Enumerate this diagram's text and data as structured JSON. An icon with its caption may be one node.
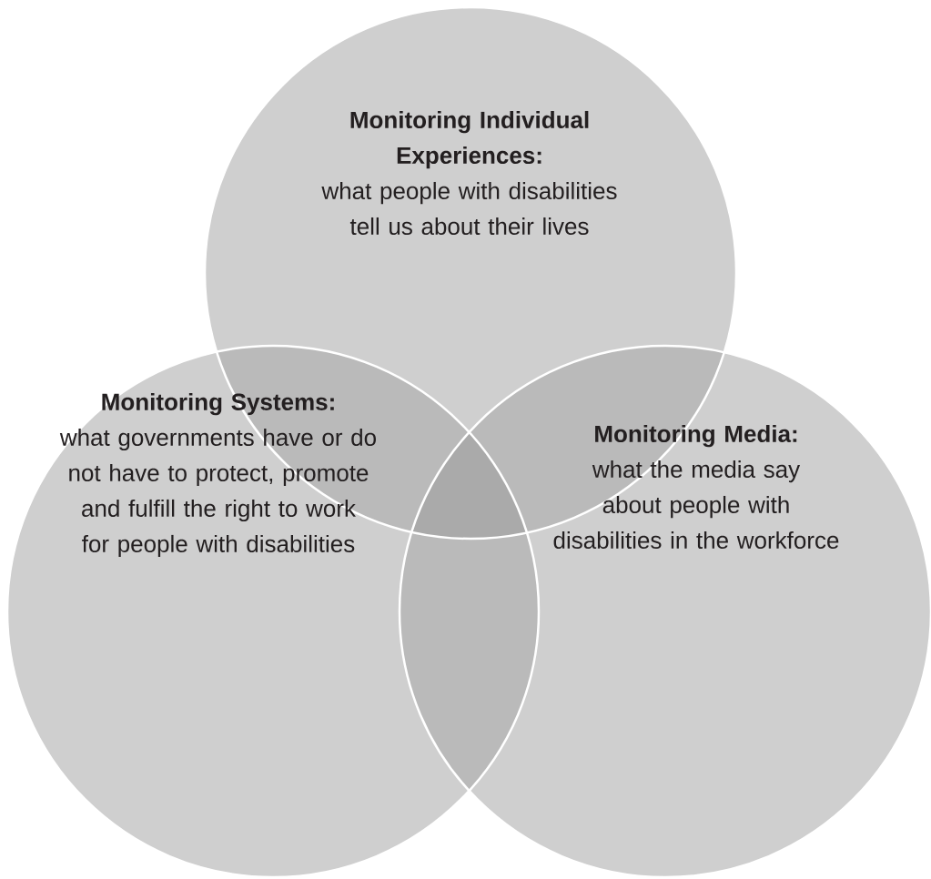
{
  "diagram": {
    "nodes": [
      {
        "text": [
          "Monitoring Individual Experiences:",
          "what people with disabilities tell us about their lives"
        ]
      },
      {
        "text": [
          "Monitoring Systems:",
          "what governments have or do not have to protect, promote and fulfill the right to work for people with disabilities"
        ]
      },
      {
        "text": [
          "Monitoring Media:",
          "what the media say about people with disabilities in the workforce"
        ]
      }
    ]
  }
}
